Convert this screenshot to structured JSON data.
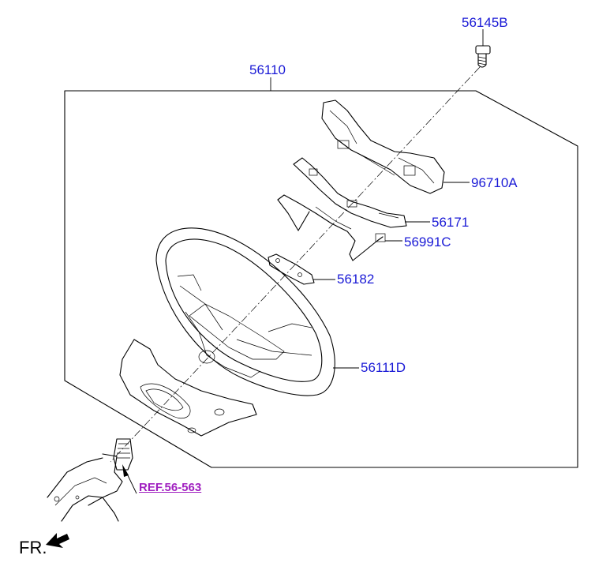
{
  "colors": {
    "callout": "#1a1ad6",
    "reference": "#a020c0",
    "line": "#000000"
  },
  "labels": {
    "p56145B": "56145B",
    "p56110": "56110",
    "p96710A": "96710A",
    "p56171": "56171",
    "p56991C": "56991C",
    "p56182": "56182",
    "p56111D": "56111D",
    "ref": "REF.56-563",
    "fr": "FR."
  },
  "icons": {
    "direction": "front-arrow-icon"
  }
}
